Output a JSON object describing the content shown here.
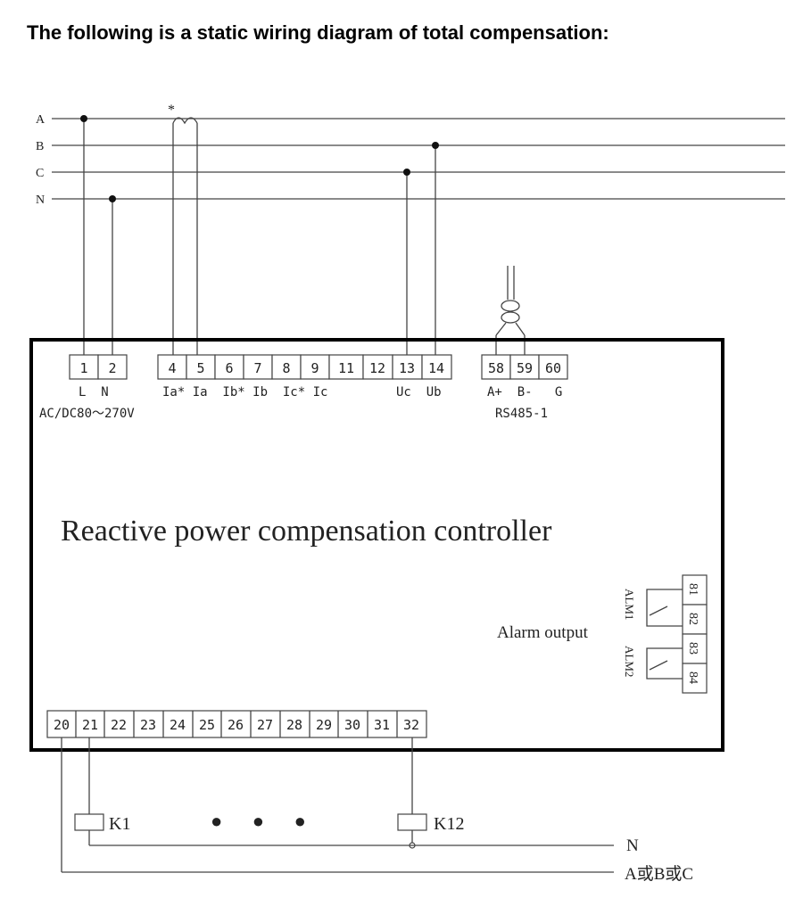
{
  "heading": "The following is a static wiring diagram of total compensation:",
  "bus_lines": [
    "A",
    "B",
    "C",
    "N"
  ],
  "ct_star": "*",
  "controller_title": "Reactive power compensation controller",
  "top_terminals": {
    "power": [
      "1",
      "2"
    ],
    "current": [
      "4",
      "5",
      "6",
      "7",
      "8",
      "9",
      "11",
      "12",
      "13",
      "14"
    ],
    "comm": [
      "58",
      "59",
      "60"
    ]
  },
  "labels": {
    "power": "L  N",
    "power_range": "AC/DC80～270V",
    "current": "Ia* Ia  Ib* Ib  Ic* Ic",
    "voltage": "Uc  Ub",
    "comm": "A+  B-   G",
    "comm_name": "RS485-1"
  },
  "alarm": {
    "title": "Alarm output",
    "terminals": [
      "81",
      "82",
      "83",
      "84"
    ],
    "relays": [
      "ALM1",
      "ALM2"
    ]
  },
  "bottom_terminals": [
    "20",
    "21",
    "22",
    "23",
    "24",
    "25",
    "26",
    "27",
    "28",
    "29",
    "30",
    "31",
    "32"
  ],
  "contactors": [
    "K1",
    "K12"
  ],
  "ellipsis": "● ● ●",
  "output_lines": [
    "N",
    "A或B或C"
  ]
}
